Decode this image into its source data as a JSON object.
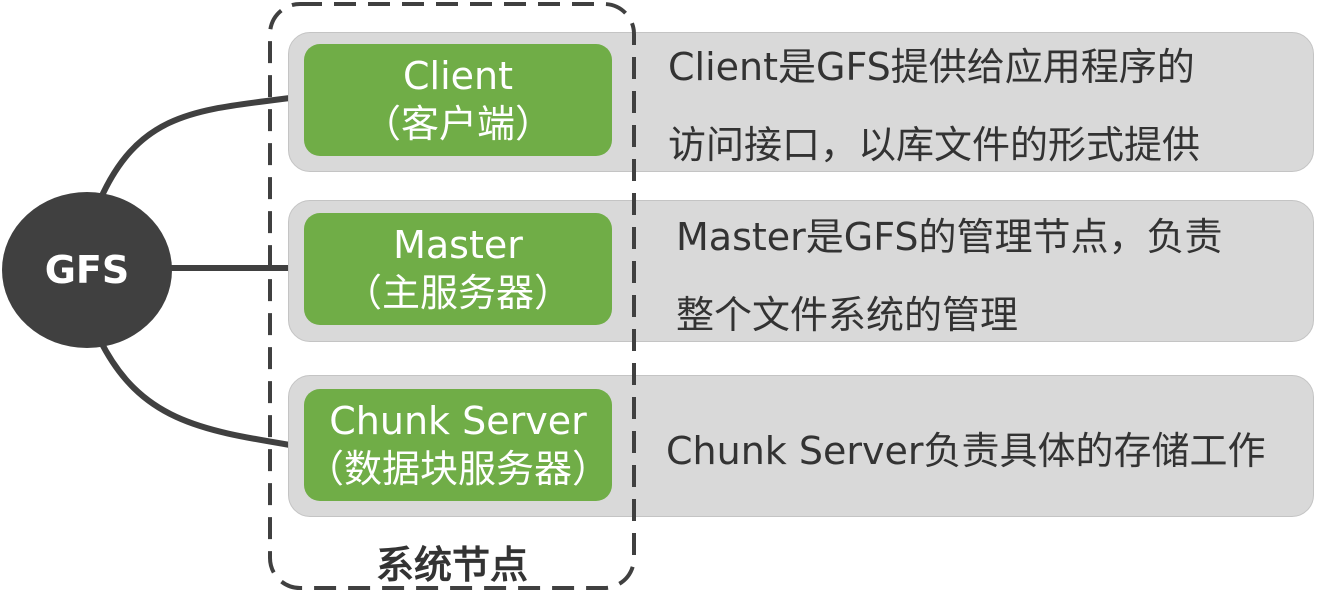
{
  "center_node": {
    "label": "GFS"
  },
  "group": {
    "label": "系统节点"
  },
  "components": [
    {
      "name": "Client",
      "subtitle": "（客户端）",
      "description_lines": [
        "Client是GFS提供给应用程序的",
        "访问接口，以库文件的形式提供"
      ]
    },
    {
      "name": "Master",
      "subtitle": "（主服务器）",
      "description_lines": [
        "Master是GFS的管理节点，负责",
        "整个文件系统的管理"
      ]
    },
    {
      "name": "Chunk Server",
      "subtitle": "（数据块服务器）",
      "description_lines": [
        "Chunk Server负责具体的存储工作"
      ]
    }
  ],
  "colors": {
    "center_node": "#404040",
    "component_box": "#70ad47",
    "description_box": "#d9d9d9",
    "connector": "#404040"
  }
}
